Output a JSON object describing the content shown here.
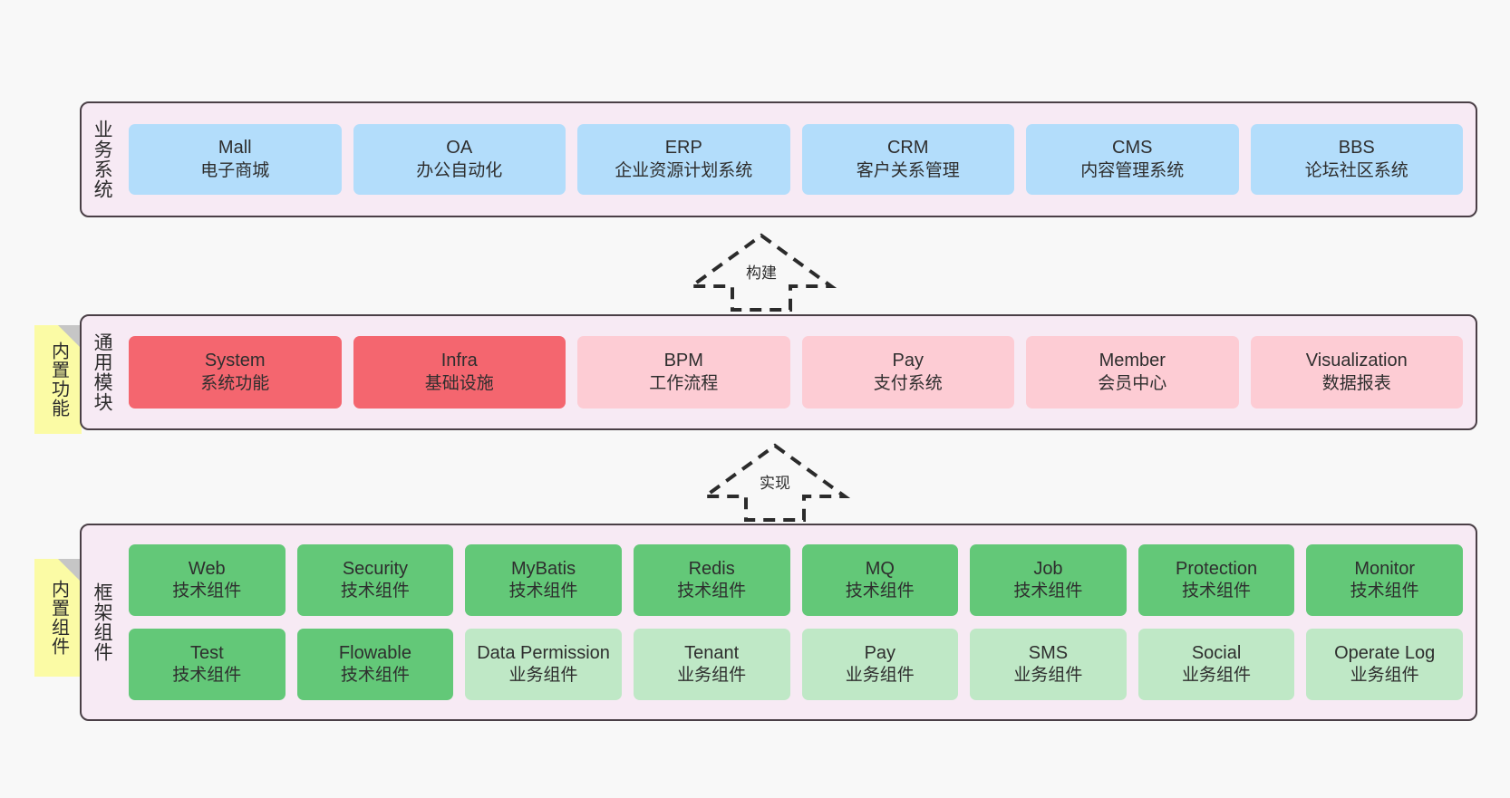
{
  "diagram": {
    "background_color": "#f8f8f8",
    "layer_fill": "#f7eaf4",
    "layer_border": "#4a3f46"
  },
  "layers": [
    {
      "id": "business",
      "title": "业务系统",
      "card_color": "#b3ddfb",
      "rows": [
        [
          {
            "name": "Mall",
            "desc": "电子商城"
          },
          {
            "name": "OA",
            "desc": "办公自动化"
          },
          {
            "name": "ERP",
            "desc": "企业资源计划系统"
          },
          {
            "name": "CRM",
            "desc": "客户关系管理"
          },
          {
            "name": "CMS",
            "desc": "内容管理系统"
          },
          {
            "name": "BBS",
            "desc": "论坛社区系统"
          }
        ]
      ]
    },
    {
      "id": "modules",
      "title": "通用模块",
      "sticky": "内置功能",
      "card_color_strong": "#f4666f",
      "card_color_light": "#fdccd4",
      "rows": [
        [
          {
            "name": "System",
            "desc": "系统功能",
            "tone": "strong"
          },
          {
            "name": "Infra",
            "desc": "基础设施",
            "tone": "strong"
          },
          {
            "name": "BPM",
            "desc": "工作流程",
            "tone": "light"
          },
          {
            "name": "Pay",
            "desc": "支付系统",
            "tone": "light"
          },
          {
            "name": "Member",
            "desc": "会员中心",
            "tone": "light"
          },
          {
            "name": "Visualization",
            "desc": "数据报表",
            "tone": "light"
          }
        ]
      ]
    },
    {
      "id": "framework",
      "title": "框架组件",
      "sticky": "内置组件",
      "card_color_strong": "#63c878",
      "card_color_light": "#bfe8c6",
      "rows": [
        [
          {
            "name": "Web",
            "desc": "技术组件",
            "tone": "strong"
          },
          {
            "name": "Security",
            "desc": "技术组件",
            "tone": "strong"
          },
          {
            "name": "MyBatis",
            "desc": "技术组件",
            "tone": "strong"
          },
          {
            "name": "Redis",
            "desc": "技术组件",
            "tone": "strong"
          },
          {
            "name": "MQ",
            "desc": "技术组件",
            "tone": "strong"
          },
          {
            "name": "Job",
            "desc": "技术组件",
            "tone": "strong"
          },
          {
            "name": "Protection",
            "desc": "技术组件",
            "tone": "strong"
          },
          {
            "name": "Monitor",
            "desc": "技术组件",
            "tone": "strong"
          }
        ],
        [
          {
            "name": "Test",
            "desc": "技术组件",
            "tone": "strong"
          },
          {
            "name": "Flowable",
            "desc": "技术组件",
            "tone": "strong"
          },
          {
            "name": "Data Permission",
            "desc": "业务组件",
            "tone": "light"
          },
          {
            "name": "Tenant",
            "desc": "业务组件",
            "tone": "light"
          },
          {
            "name": "Pay",
            "desc": "业务组件",
            "tone": "light"
          },
          {
            "name": "SMS",
            "desc": "业务组件",
            "tone": "light"
          },
          {
            "name": "Social",
            "desc": "业务组件",
            "tone": "light"
          },
          {
            "name": "Operate Log",
            "desc": "业务组件",
            "tone": "light"
          }
        ]
      ]
    }
  ],
  "connectors": [
    {
      "id": "build",
      "label": "构建",
      "style": "dashed-hollow-arrow-up"
    },
    {
      "id": "impl",
      "label": "实现",
      "style": "dashed-hollow-arrow-up"
    }
  ]
}
